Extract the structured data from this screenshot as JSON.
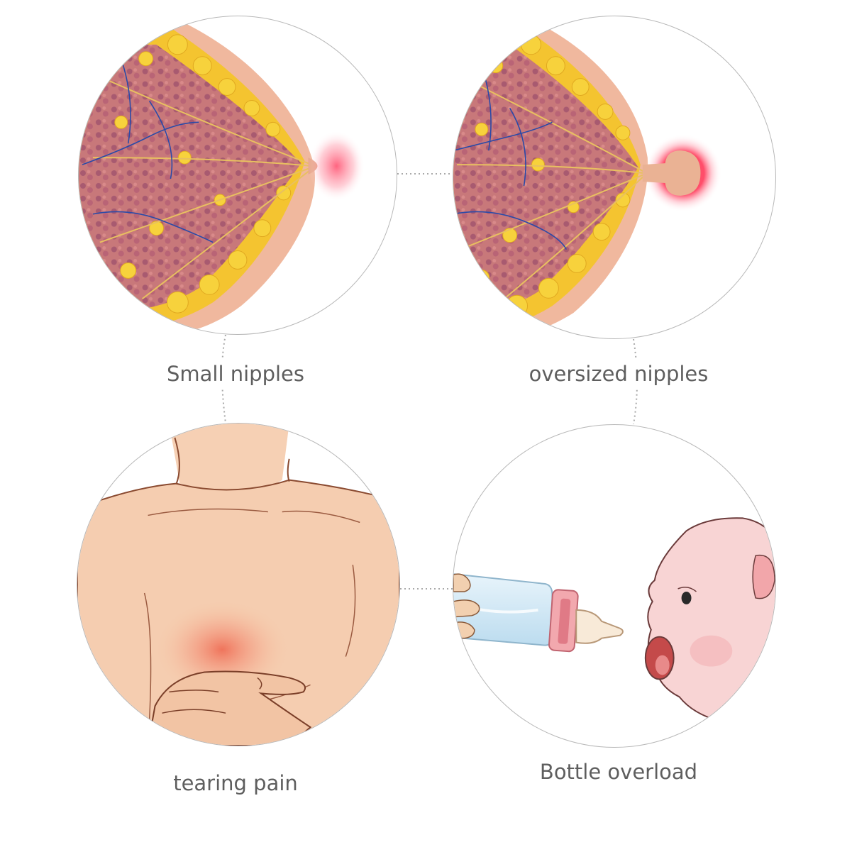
{
  "panels": [
    {
      "caption": "Small nipples"
    },
    {
      "caption": "oversized nipples"
    },
    {
      "caption": "tearing pain"
    },
    {
      "caption": "Bottle overload"
    }
  ]
}
